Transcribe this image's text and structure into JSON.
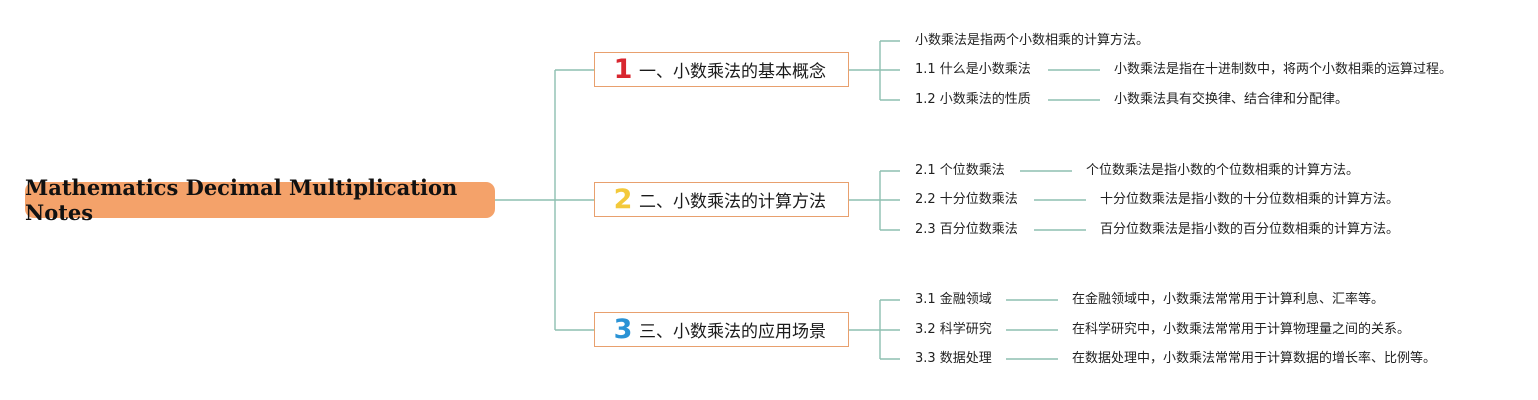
{
  "root": {
    "title": "Mathematics Decimal Multiplication Notes"
  },
  "branches": [
    {
      "badge": "1",
      "badge_color": "#D8262F",
      "title": "一、小数乘法的基本概念",
      "intro": "小数乘法是指两个小数相乘的计算方法。",
      "items": [
        {
          "label": "1.1 什么是小数乘法",
          "detail": "小数乘法是指在十进制数中，将两个小数相乘的运算过程。"
        },
        {
          "label": "1.2 小数乘法的性质",
          "detail": "小数乘法具有交换律、结合律和分配律。"
        }
      ]
    },
    {
      "badge": "2",
      "badge_color": "#F3C93B",
      "title": "二、小数乘法的计算方法",
      "items": [
        {
          "label": "2.1 个位数乘法",
          "detail": "个位数乘法是指小数的个位数相乘的计算方法。"
        },
        {
          "label": "2.2 十分位数乘法",
          "detail": "十分位数乘法是指小数的十分位数相乘的计算方法。"
        },
        {
          "label": "2.3 百分位数乘法",
          "detail": "百分位数乘法是指小数的百分位数相乘的计算方法。"
        }
      ]
    },
    {
      "badge": "3",
      "badge_color": "#2A93D5",
      "title": "三、小数乘法的应用场景",
      "items": [
        {
          "label": "3.1 金融领域",
          "detail": "在金融领域中，小数乘法常常用于计算利息、汇率等。"
        },
        {
          "label": "3.2 科学研究",
          "detail": "在科学研究中，小数乘法常常用于计算物理量之间的关系。"
        },
        {
          "label": "3.3 数据处理",
          "detail": "在数据处理中，小数乘法常常用于计算数据的增长率、比例等。"
        }
      ]
    }
  ],
  "colors": {
    "root_fill": "#F4A26A",
    "branch_border": "#E8A06E",
    "connector": "#8DBFB0"
  }
}
